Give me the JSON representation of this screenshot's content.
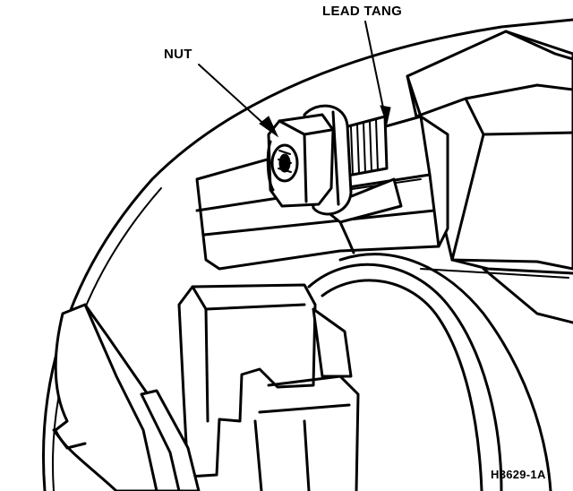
{
  "labels": {
    "lead_tang": "LEAD TANG",
    "nut": "NUT",
    "figure_code": "H3629-1A"
  },
  "colors": {
    "ink": "#000000",
    "paper": "#ffffff"
  }
}
